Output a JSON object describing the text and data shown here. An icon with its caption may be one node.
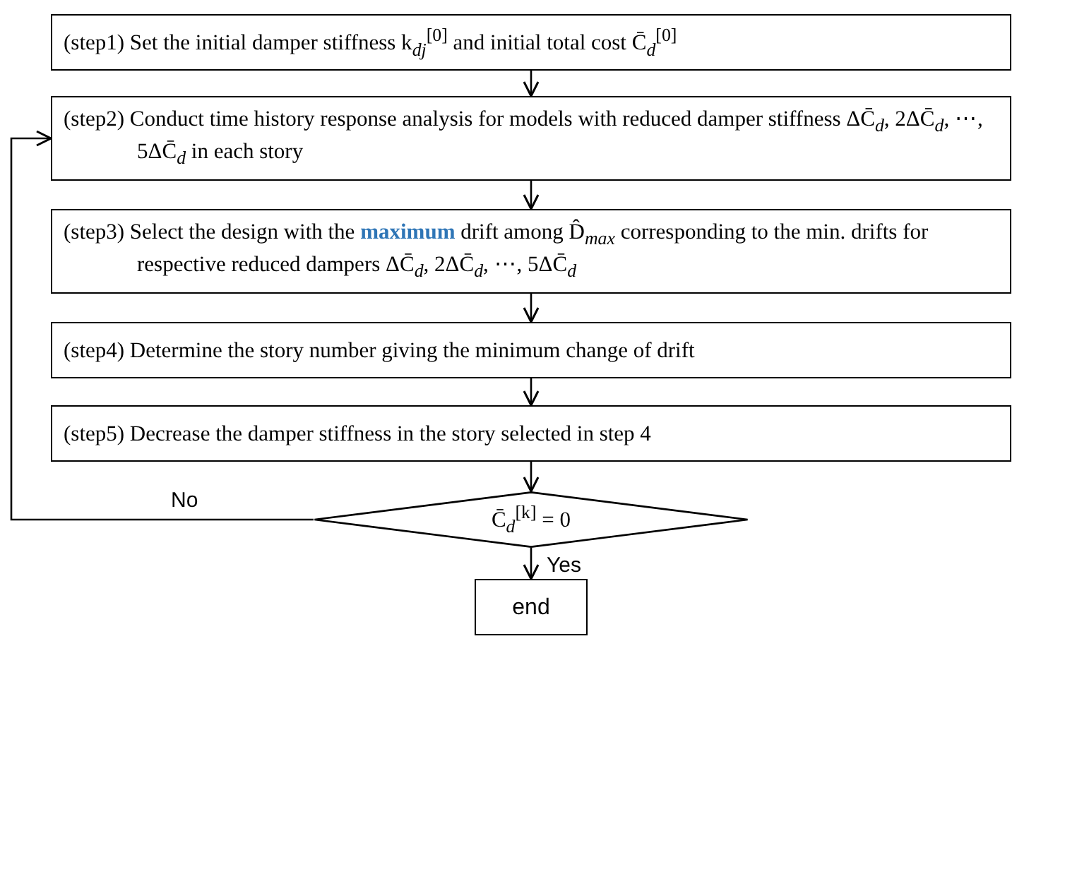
{
  "diagram": {
    "nodes": [
      {
        "text": [
          "(step1) Set the initial damper stiffness k$_{dj}$$^{[0]}$ and initial total cost C̄$_{d}$$^{[0]}$"
        ]
      },
      {
        "text": [
          "(step2) Conduct time history response analysis for models with reduced damper stiffness ΔC̄$_{d}$, 2ΔC̄$_{d}$, ⋯, 5ΔC̄$_{d}$ in each story"
        ]
      },
      {
        "text": [
          "(step3) Select the design with the **maximum** drift among D̂$_{max}$ corresponding to the min. drifts for respective reduced dampers ΔC̄$_{d}$, 2ΔC̄$_{d}$, ⋯, 5ΔC̄$_{d}$"
        ]
      },
      {
        "text": [
          "(step4) Determine the story number giving the minimum change of drift"
        ]
      },
      {
        "text": [
          "(step5) Decrease the damper stiffness in the story selected in step 4"
        ]
      },
      {
        "text": [
          "C̄$_{d}$$^{[k]}$ = 0"
        ]
      },
      {
        "text": [
          "end"
        ]
      }
    ],
    "edges": [
      {
        "from": 0,
        "to": 1,
        "arrow": "to"
      },
      {
        "from": 1,
        "to": 2,
        "arrow": "to"
      },
      {
        "from": 2,
        "to": 3,
        "arrow": "to"
      },
      {
        "from": 3,
        "to": 4,
        "arrow": "to"
      },
      {
        "from": 4,
        "to": 5,
        "arrow": "to"
      },
      {
        "from": 5,
        "to": 1,
        "arrow": "to",
        "label": "No"
      },
      {
        "from": 5,
        "to": 6,
        "arrow": "to",
        "label": "Yes"
      }
    ]
  }
}
